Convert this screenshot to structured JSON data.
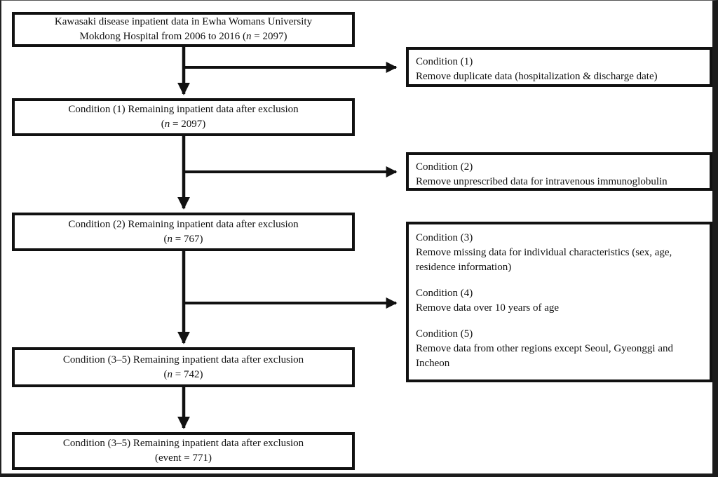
{
  "colors": {
    "stroke": "#111111",
    "background": "#ffffff"
  },
  "main_boxes": [
    {
      "line1": "Kawasaki disease inpatient data in Ewha Womans University",
      "line2_pre": "Mokdong Hospital from 2006 to 2016 (",
      "n_var": "n",
      "line2_post": " = 2097)"
    },
    {
      "line1": "Condition (1) Remaining inpatient data after exclusion",
      "line2_pre": "(",
      "n_var": "n",
      "line2_post": " = 2097)"
    },
    {
      "line1": "Condition (2) Remaining inpatient data after exclusion",
      "line2_pre": "(",
      "n_var": "n",
      "line2_post": " = 767)"
    },
    {
      "line1": "Condition (3–5) Remaining inpatient data after exclusion",
      "line2_pre": "(",
      "n_var": "n",
      "line2_post": " = 742)"
    },
    {
      "line1": "Condition (3–5) Remaining inpatient data after exclusion",
      "line2_pre": "(event = 771)",
      "n_var": "",
      "line2_post": ""
    }
  ],
  "side_boxes": [
    {
      "blocks": [
        {
          "title": "Condition (1)",
          "text": "Remove duplicate data (hospitalization & discharge date)"
        }
      ]
    },
    {
      "blocks": [
        {
          "title": "Condition (2)",
          "text": "Remove unprescribed data for intravenous immunoglobulin"
        }
      ]
    },
    {
      "blocks": [
        {
          "title": "Condition (3)",
          "text": "Remove missing data for individual characteristics (sex, age, residence information)"
        },
        {
          "title": "Condition (4)",
          "text": "Remove data over 10 years of age"
        },
        {
          "title": "Condition (5)",
          "text": "Remove data from other regions except Seoul, Gyeonggi and Incheon"
        }
      ]
    }
  ]
}
